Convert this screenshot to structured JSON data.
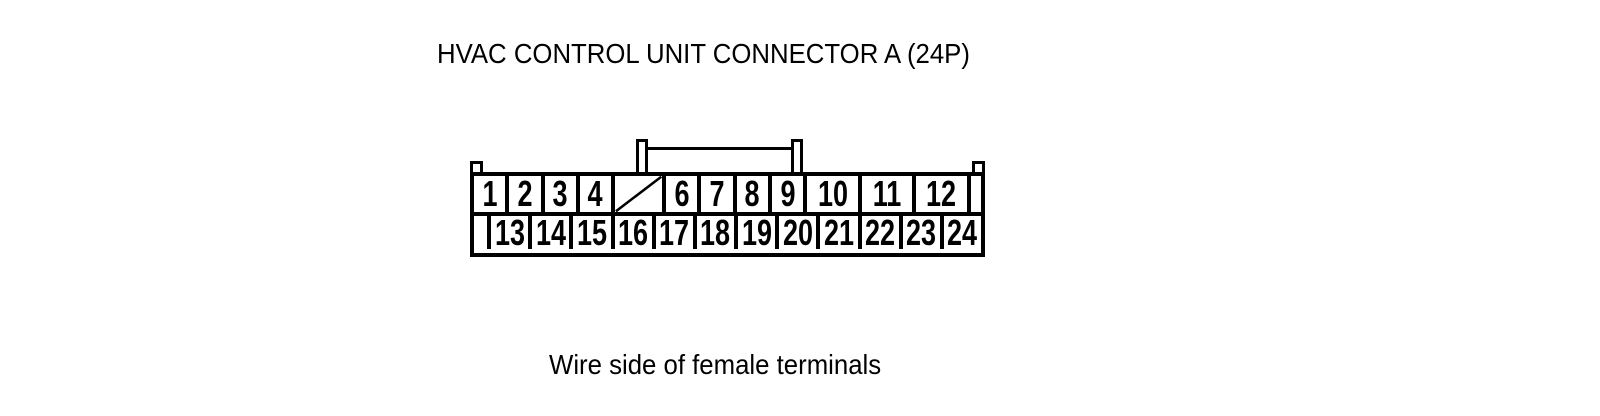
{
  "title": "HVAC CONTROL UNIT CONNECTOR A (24P)",
  "caption": "Wire side of female terminals",
  "colors": {
    "line": "#000000",
    "background": "#ffffff"
  },
  "connector": {
    "type": "24-pin connector, wire side of female terminals, two rows",
    "top_row": {
      "pins": [
        "1",
        "2",
        "3",
        "4",
        "",
        "6",
        "7",
        "8",
        "9",
        "10",
        "11",
        "12"
      ],
      "blocked_position": "5 (shown as diagonal slash, no terminal)"
    },
    "bottom_row": {
      "pins": [
        "13",
        "14",
        "15",
        "16",
        "17",
        "18",
        "19",
        "20",
        "21",
        "22",
        "23",
        "24"
      ]
    }
  }
}
